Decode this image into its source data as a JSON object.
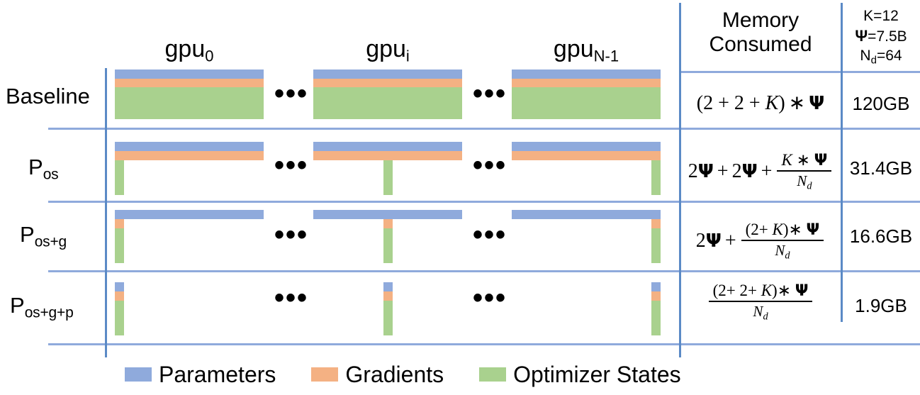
{
  "figure": {
    "column_headers": [
      {
        "name": "gpu-0",
        "base": "gpu",
        "sub": "0"
      },
      {
        "name": "gpu-i",
        "base": "gpu",
        "sub": "i"
      },
      {
        "name": "gpu-n-1",
        "base": "gpu",
        "sub": "N-1"
      }
    ],
    "ellipsis": "•••",
    "table_headers": {
      "memory_consumed": "Memory\nConsumed",
      "constants": [
        {
          "label": "K=",
          "value": "12",
          "symbol": "K"
        },
        {
          "label": "Ψ=",
          "value": "7.5B",
          "symbol": "Ψ"
        },
        {
          "label": "N",
          "sub": "d",
          "eq": "=64",
          "symbol": "Nd"
        }
      ]
    },
    "rows": [
      {
        "name": "baseline",
        "label": "Baseline",
        "label_sub": "",
        "memory_value": "120GB",
        "formula_text": "(2 + 2 + K) * Ψ"
      },
      {
        "name": "p-os",
        "label": "P",
        "label_sub": "os",
        "memory_value": "31.4GB",
        "formula_text": "2Ψ + 2Ψ + (K * Ψ) / N_d"
      },
      {
        "name": "p-os-g",
        "label": "P",
        "label_sub": "os+g",
        "memory_value": "16.6GB",
        "formula_text": "2Ψ + ((2+K) * Ψ) / N_d"
      },
      {
        "name": "p-os-g-p",
        "label": "P",
        "label_sub": "os+g+p",
        "memory_value": "1.9GB",
        "formula_text": "((2+ 2+ K) * Ψ) / N_d"
      }
    ],
    "legend": [
      {
        "name": "parameters",
        "label": "Parameters",
        "color": "#8FAADC"
      },
      {
        "name": "gradients",
        "label": "Gradients",
        "color": "#F4B183"
      },
      {
        "name": "optimizer-states",
        "label": "Optimizer States",
        "color": "#A9D18E"
      }
    ],
    "colors": {
      "parameters": "#8FAADC",
      "gradients": "#F4B183",
      "optimizer_states": "#A9D18E",
      "grid_line": "#8FAADC",
      "divider": "#5B8AC6"
    }
  }
}
